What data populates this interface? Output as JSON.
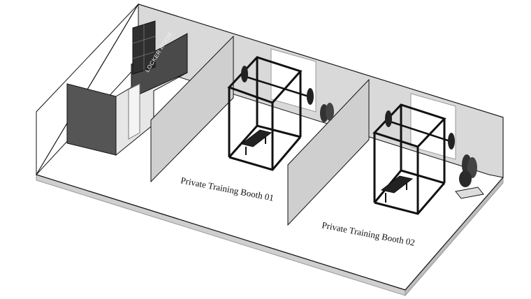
{
  "locker_room": {
    "label": "LOCKER ROOM"
  },
  "booths": [
    {
      "label": "Private Training Booth 01"
    },
    {
      "label": "Private Training Booth 02"
    }
  ],
  "colors": {
    "floor": "#ffffff",
    "floor_edge": "#cfcfcf",
    "wall": "#d4d4d4",
    "wall_dark": "#555555",
    "locker": "#3a3a3a",
    "line": "#111111"
  }
}
